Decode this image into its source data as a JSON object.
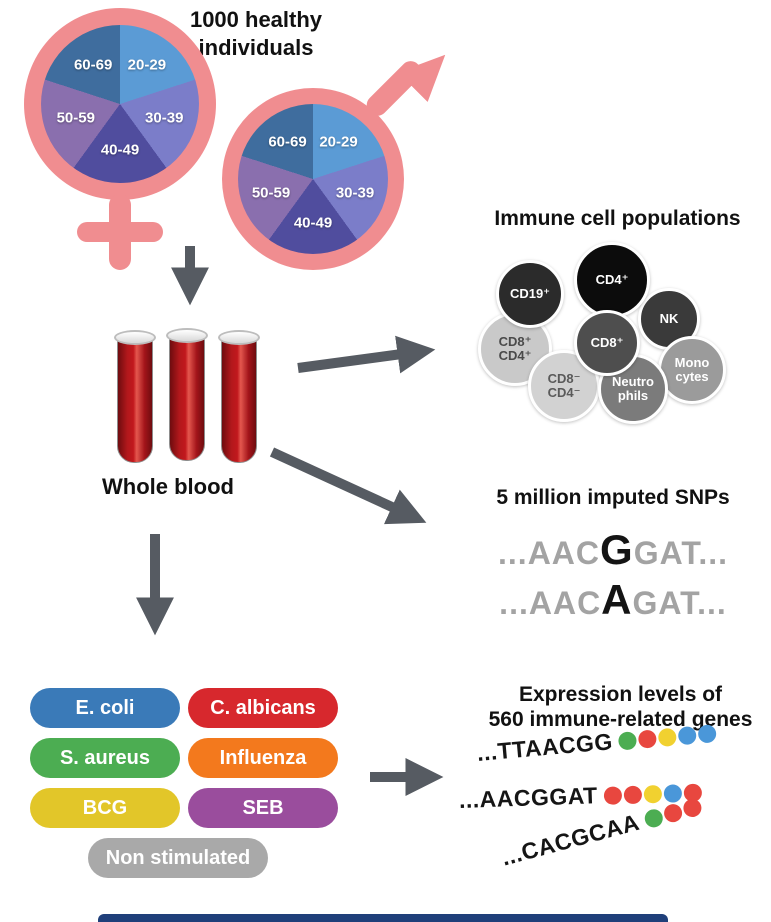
{
  "colors": {
    "symbol_pink": "#f08d90",
    "arrow_gray": "#565b62",
    "blood_red": "#c1181d",
    "bottom_bar_blue": "#1f3f7a"
  },
  "header": {
    "title": "1000 healthy\nindividuals"
  },
  "demographics": {
    "age_labels": [
      "20-29",
      "30-39",
      "40-49",
      "50-59",
      "60-69"
    ],
    "slice_colors": [
      "#5b9bd5",
      "#7b7dc9",
      "#504d9e",
      "#8a6fae",
      "#3f6d9e"
    ]
  },
  "blood": {
    "label": "Whole blood"
  },
  "immune": {
    "title": "Immune cell populations",
    "cells": [
      {
        "label": "CD19⁺",
        "color": "#2b2b2b",
        "text_color": "#ffffff"
      },
      {
        "label": "CD4⁺",
        "color": "#0c0c0c",
        "text_color": "#ffffff"
      },
      {
        "label": "NK",
        "color": "#3a3a3a",
        "text_color": "#ffffff"
      },
      {
        "label": "CD8⁺",
        "color": "#4e4e4e",
        "text_color": "#ffffff"
      },
      {
        "label": "CD8⁺\nCD4⁺",
        "color": "#c9c9c9",
        "text_color": "#4a4a4a"
      },
      {
        "label": "Mono\ncytes",
        "color": "#9b9b9b",
        "text_color": "#ffffff"
      },
      {
        "label": "CD8⁻\nCD4⁻",
        "color": "#d2d2d2",
        "text_color": "#5a5a5a"
      },
      {
        "label": "Neutro\nphils",
        "color": "#7b7b7b",
        "text_color": "#ffffff"
      }
    ]
  },
  "snps": {
    "title": "5 million imputed SNPs",
    "rows": [
      {
        "prefix": "...AAC",
        "variant": "G",
        "suffix": "GAT..."
      },
      {
        "prefix": "...AAC",
        "variant": "A",
        "suffix": "GAT..."
      }
    ]
  },
  "stimulations": [
    {
      "label": "E. coli",
      "color": "#3a7ab8"
    },
    {
      "label": "C. albicans",
      "color": "#d7282d"
    },
    {
      "label": "S. aureus",
      "color": "#4cad52"
    },
    {
      "label": "Influenza",
      "color": "#f3791d"
    },
    {
      "label": "BCG",
      "color": "#e2c629"
    },
    {
      "label": "SEB",
      "color": "#9a4d9d"
    },
    {
      "label": "Non stimulated",
      "color": "#a9a9a9"
    }
  ],
  "expression": {
    "title": "Expression levels of\n560 immune-related genes",
    "rows": [
      {
        "seq": "...TTAACGG",
        "dots": [
          "#4cad52",
          "#e8473f",
          "#f1d130",
          "#4a97d9",
          "#4a97d9"
        ]
      },
      {
        "seq": "...AACGGAT",
        "dots": [
          "#e8473f",
          "#e8473f",
          "#f1d130",
          "#4a97d9",
          "#e8473f"
        ]
      },
      {
        "seq": "...CACGCAA",
        "dots": [
          "#4cad52",
          "#e8473f",
          "#e8473f"
        ]
      }
    ]
  }
}
